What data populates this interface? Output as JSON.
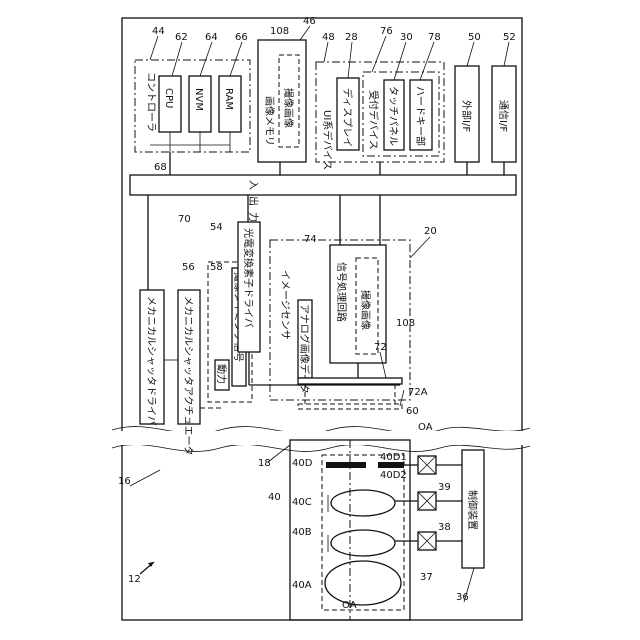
{
  "labels": {
    "controller": "コントローラ",
    "cpu": "CPU",
    "nvm": "NVM",
    "ram": "RAM",
    "image_memory": "画像メモリ",
    "captured_image_mem": "撮像画像",
    "ui_device": "UI系デバイス",
    "display": "ディスプレイ",
    "accepting_device": "受付デバイス",
    "touch_panel": "タッチパネル",
    "hard_key": "ハードキー部",
    "external_if": "外部I/F",
    "comm_if": "通信I/F",
    "io_interface": "入出力インタフェース",
    "image_sensor": "イメージセンサ",
    "signal_processing": "信号処理回路",
    "captured_image_sig": "撮像画像",
    "analog_data": "アナログ画像データ",
    "pe_driver": "光電変換素子ドライバ",
    "timing_signal": "撮像タイミング信号",
    "power": "動力",
    "mech_driver": "メカニカルシャッタドライバ",
    "mech_actuator": "メカニカルシャッタアクチュエータ",
    "control_device": "制御装置"
  },
  "refs": {
    "n12": "12",
    "n16": "16",
    "n18": "18",
    "n20": "20",
    "n28": "28",
    "n30": "30",
    "n36": "36",
    "n37": "37",
    "n38": "38",
    "n39": "39",
    "n40": "40",
    "n40A": "40A",
    "n40B": "40B",
    "n40C": "40C",
    "n40D": "40D",
    "n40D1": "40D1",
    "n40D2": "40D2",
    "n44": "44",
    "n46": "46",
    "n48": "48",
    "n50": "50",
    "n52": "52",
    "n54": "54",
    "n56": "56",
    "n58": "58",
    "n60": "60",
    "n62": "62",
    "n64": "64",
    "n66": "66",
    "n68": "68",
    "n70": "70",
    "n72": "72",
    "n72A": "72A",
    "n74": "74",
    "n76": "76",
    "n78": "78",
    "n108a": "108",
    "n108b": "108",
    "oa_top": "OA",
    "oa_bottom": "OA"
  }
}
